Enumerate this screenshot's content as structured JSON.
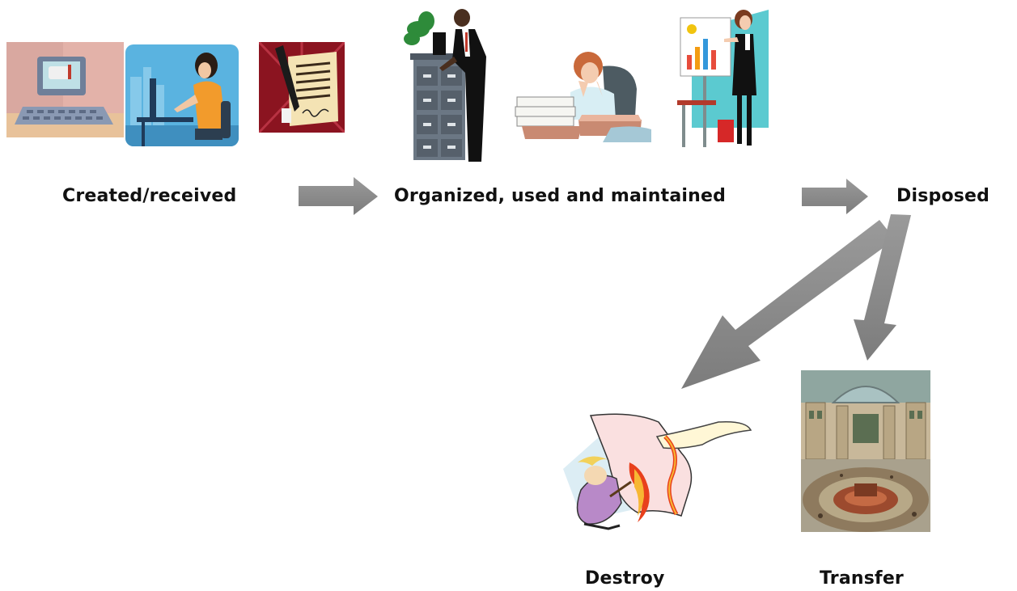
{
  "stages": {
    "created": "Created/received",
    "organized": "Organized, used and maintained",
    "disposed": "Disposed"
  },
  "outcomes": {
    "destroy": "Destroy",
    "transfer": "Transfer"
  },
  "colors": {
    "arrow": "#8a8a8a",
    "text": "#111111"
  },
  "icons": [
    "computer-mailbox-icon",
    "woman-at-computer-icon",
    "pen-signing-document-icon",
    "man-at-filing-cabinet-icon",
    "stressed-woman-at-desk-icon",
    "woman-presenting-chart-icon",
    "burning-paper-icon",
    "library-reading-room-icon"
  ]
}
